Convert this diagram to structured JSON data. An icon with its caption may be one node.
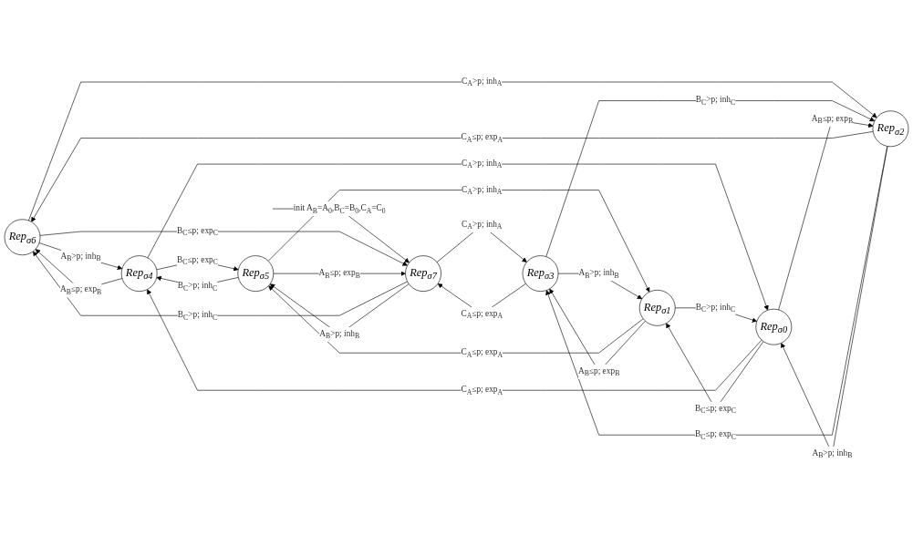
{
  "diagram": {
    "nodes": [
      {
        "text": [
          "Rep$_{σ6}$"
        ]
      },
      {
        "text": [
          "Rep$_{σ4}$"
        ]
      },
      {
        "text": [
          "Rep$_{σ7}$"
        ]
      },
      {
        "text": [
          "Rep$_{σ5}$"
        ]
      },
      {
        "text": [
          "Rep$_{σ1}$"
        ]
      },
      {
        "text": [
          "Rep$_{σ0}$"
        ]
      },
      {
        "text": [
          "Rep$_{σ3}$"
        ]
      },
      {
        "text": [
          "Rep$_{σ2}$"
        ]
      }
    ],
    "edges": [
      {
        "from": null,
        "to": 2,
        "arrow": "to",
        "label": "init A$_{B}$=A$_{0}$,B$_{C}$=B$_{0}$,C$_{A}$=C$_{0}$"
      },
      {
        "from": 1,
        "to": 0,
        "arrow": "to",
        "label": "A$_{B}$≤p; exp$_{B}$"
      },
      {
        "from": 0,
        "to": 1,
        "arrow": "to",
        "label": "A$_{B}$>p; inh$_{B}$"
      },
      {
        "from": 0,
        "to": 2,
        "arrow": "to",
        "label": "B$_{C}$≤p; exp$_{C}$"
      },
      {
        "from": 2,
        "to": 0,
        "arrow": "to",
        "label": "B$_{C}$>p; inh$_{C}$"
      },
      {
        "from": 1,
        "to": 3,
        "arrow": "to",
        "label": "B$_{C}$≤p; exp$_{C}$"
      },
      {
        "from": 3,
        "to": 1,
        "arrow": "to",
        "label": "B$_{C}$>p; inh$_{C}$"
      },
      {
        "from": 5,
        "to": 1,
        "arrow": "to",
        "label": "C$_{A}$≤p; exp$_{A}$"
      },
      {
        "from": 1,
        "to": 5,
        "arrow": "to",
        "label": "C$_{A}$>p; inh$_{A}$"
      },
      {
        "from": 7,
        "to": 0,
        "arrow": "to",
        "label": "C$_{A}$≤p; exp$_{A}$"
      },
      {
        "from": 0,
        "to": 7,
        "arrow": "to",
        "label": "C$_{A}$>p; inh$_{A}$"
      },
      {
        "from": 3,
        "to": 2,
        "arrow": "to",
        "label": "A$_{B}$≤p; exp$_{B}$"
      },
      {
        "from": 2,
        "to": 3,
        "arrow": "to",
        "label": "A$_{B}$>p; inh$_{B}$"
      },
      {
        "from": 4,
        "to": 3,
        "arrow": "to",
        "label": "C$_{A}$≤p; exp$_{A}$"
      },
      {
        "from": 3,
        "to": 4,
        "arrow": "to",
        "label": "C$_{A}$>p; inh$_{A}$"
      },
      {
        "from": 5,
        "to": 4,
        "arrow": "to",
        "label": "B$_{C}$≤p; exp$_{C}$"
      },
      {
        "from": 4,
        "to": 5,
        "arrow": "to",
        "label": "B$_{C}$>p; inh$_{C}$"
      },
      {
        "from": 6,
        "to": 2,
        "arrow": "to",
        "label": "C$_{A}$≤p; exp$_{A}$"
      },
      {
        "from": 2,
        "to": 6,
        "arrow": "to",
        "label": "C$_{A}$>p; inh$_{A}$"
      },
      {
        "from": 4,
        "to": 6,
        "arrow": "to",
        "label": "A$_{B}$≤p; exp$_{B}$"
      },
      {
        "from": 6,
        "to": 4,
        "arrow": "to",
        "label": "A$_{B}$>p; inh$_{B}$"
      },
      {
        "from": 7,
        "to": 6,
        "arrow": "to",
        "label": "B$_{C}$≤p; exp$_{C}$"
      },
      {
        "from": 6,
        "to": 7,
        "arrow": "to",
        "label": "B$_{C}$>p; inh$_{C}$"
      },
      {
        "from": 5,
        "to": 7,
        "arrow": "to",
        "label": "A$_{B}$≤p; exp$_{B}$"
      },
      {
        "from": 7,
        "to": 5,
        "arrow": "to",
        "label": "A$_{B}$>p; inh$_{B}$"
      }
    ]
  }
}
